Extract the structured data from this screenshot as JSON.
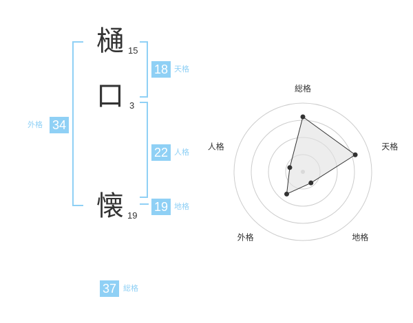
{
  "name": {
    "chars": [
      {
        "char": "樋",
        "strokes": "15"
      },
      {
        "char": "口",
        "strokes": "3"
      },
      {
        "char": "懐",
        "strokes": "19"
      }
    ]
  },
  "grids": {
    "tenkaku": {
      "value": "18",
      "label": "天格"
    },
    "jinkaku": {
      "value": "22",
      "label": "人格"
    },
    "chikaku": {
      "value": "19",
      "label": "地格"
    },
    "gaikaku": {
      "value": "34",
      "label": "外格"
    },
    "soukaku": {
      "value": "37",
      "label": "総格"
    }
  },
  "chart_data": {
    "type": "radar",
    "axes": [
      "総格",
      "天格",
      "地格",
      "外格",
      "人格"
    ],
    "values": [
      4,
      4,
      1,
      2,
      1
    ],
    "max": 5,
    "rings": 4
  }
}
